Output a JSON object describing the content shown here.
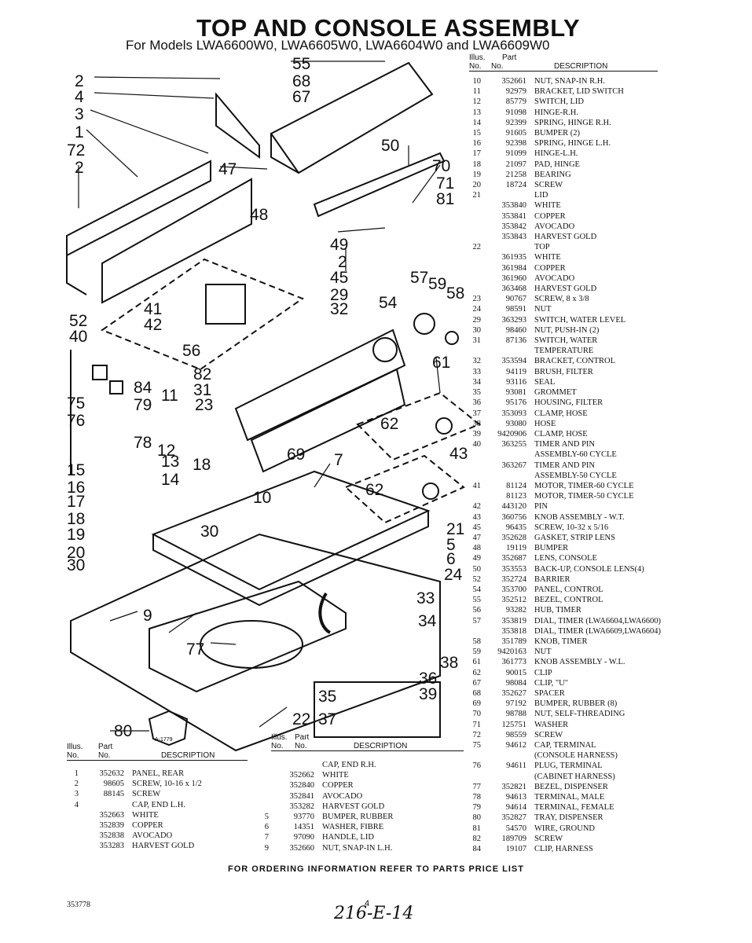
{
  "title": "TOP AND CONSOLE ASSEMBLY",
  "subtitle": "For Models LWA6600W0, LWA6605W0, LWA6604W0 and LWA6609W0",
  "table_header": {
    "illus": "Illus.",
    "no": "No.",
    "part": "Part",
    "part_no": "No.",
    "description": "DESCRIPTION"
  },
  "right_parts": [
    [
      "10",
      "352661",
      "NUT, SNAP-IN R.H."
    ],
    [
      "11",
      "92979",
      "BRACKET, LID SWITCH"
    ],
    [
      "12",
      "85779",
      "SWITCH, LID"
    ],
    [
      "13",
      "91098",
      "HINGE-R.H."
    ],
    [
      "14",
      "92399",
      "SPRING, HINGE R.H."
    ],
    [
      "15",
      "91605",
      "BUMPER (2)"
    ],
    [
      "16",
      "92398",
      "SPRING, HINGE L.H."
    ],
    [
      "17",
      "91099",
      "HINGE-L.H."
    ],
    [
      "18",
      "21097",
      "PAD, HINGE"
    ],
    [
      "19",
      "21258",
      "BEARING"
    ],
    [
      "20",
      "18724",
      "SCREW"
    ],
    [
      "21",
      "",
      "LID"
    ],
    [
      "",
      "353840",
      "WHITE"
    ],
    [
      "",
      "353841",
      "COPPER"
    ],
    [
      "",
      "353842",
      "AVOCADO"
    ],
    [
      "",
      "353843",
      "HARVEST GOLD"
    ],
    [
      "22",
      "",
      "TOP"
    ],
    [
      "",
      "361935",
      "WHITE"
    ],
    [
      "",
      "361984",
      "COPPER"
    ],
    [
      "",
      "361960",
      "AVOCADO"
    ],
    [
      "",
      "363468",
      "HARVEST GOLD"
    ],
    [
      "23",
      "90767",
      "SCREW, 8 x 3/8"
    ],
    [
      "24",
      "98591",
      "NUT"
    ],
    [
      "29",
      "363293",
      "SWITCH, WATER LEVEL"
    ],
    [
      "30",
      "98460",
      "NUT, PUSH-IN (2)"
    ],
    [
      "31",
      "87136",
      "SWITCH, WATER"
    ],
    [
      "",
      "",
      "TEMPERATURE"
    ],
    [
      "32",
      "353594",
      "BRACKET, CONTROL"
    ],
    [
      "33",
      "94119",
      "BRUSH, FILTER"
    ],
    [
      "34",
      "93116",
      "SEAL"
    ],
    [
      "35",
      "93081",
      "GROMMET"
    ],
    [
      "36",
      "95176",
      "HOUSING, FILTER"
    ],
    [
      "37",
      "353093",
      "CLAMP, HOSE"
    ],
    [
      "38",
      "93080",
      "HOSE"
    ],
    [
      "39",
      "9420906",
      "CLAMP, HOSE"
    ],
    [
      "40",
      "363255",
      "TIMER AND PIN"
    ],
    [
      "",
      "",
      "ASSEMBLY-60 CYCLE"
    ],
    [
      "",
      "363267",
      "TIMER AND PIN"
    ],
    [
      "",
      "",
      "ASSEMBLY-50 CYCLE"
    ],
    [
      "41",
      "81124",
      "MOTOR, TIMER-60 CYCLE"
    ],
    [
      "",
      "81123",
      "MOTOR, TIMER-50 CYCLE"
    ],
    [
      "42",
      "443120",
      "PIN"
    ],
    [
      "43",
      "360756",
      "KNOB ASSEMBLY - W.T."
    ],
    [
      "45",
      "96435",
      "SCREW, 10-32 x 5/16"
    ],
    [
      "47",
      "352628",
      "GASKET, STRIP LENS"
    ],
    [
      "48",
      "19119",
      "BUMPER"
    ],
    [
      "49",
      "352687",
      "LENS, CONSOLE"
    ],
    [
      "50",
      "353553",
      "BACK-UP, CONSOLE LENS(4)"
    ],
    [
      "52",
      "352724",
      "BARRIER"
    ],
    [
      "54",
      "353700",
      "PANEL, CONTROL"
    ],
    [
      "55",
      "352512",
      "BEZEL, CONTROL"
    ],
    [
      "56",
      "93282",
      "HUB, TIMER"
    ],
    [
      "57",
      "353819",
      "DIAL, TIMER (LWA6604,LWA6600)"
    ],
    [
      "",
      "353818",
      "DIAL, TIMER (LWA6609,LWA6604)"
    ],
    [
      "58",
      "351789",
      "KNOB, TIMER"
    ],
    [
      "59",
      "9420163",
      "NUT"
    ],
    [
      "61",
      "361773",
      "KNOB ASSEMBLY - W.L."
    ],
    [
      "62",
      "90015",
      "CLIP"
    ],
    [
      "67",
      "98084",
      "CLIP, \"U\""
    ],
    [
      "68",
      "352627",
      "SPACER"
    ],
    [
      "69",
      "97192",
      "BUMPER, RUBBER (8)"
    ],
    [
      "70",
      "98788",
      "NUT, SELF-THREADING"
    ],
    [
      "71",
      "125751",
      "WASHER"
    ],
    [
      "72",
      "98559",
      "SCREW"
    ],
    [
      "75",
      "94612",
      "CAP, TERMINAL"
    ],
    [
      "",
      "",
      "(CONSOLE HARNESS)"
    ],
    [
      "76",
      "94611",
      "PLUG, TERMINAL"
    ],
    [
      "",
      "",
      "(CABINET HARNESS)"
    ],
    [
      "77",
      "352821",
      "BEZEL, DISPENSER"
    ],
    [
      "78",
      "94613",
      "TERMINAL, MALE"
    ],
    [
      "79",
      "94614",
      "TERMINAL, FEMALE"
    ],
    [
      "80",
      "352827",
      "TRAY, DISPENSER"
    ],
    [
      "81",
      "54570",
      "WIRE, GROUND"
    ],
    [
      "82",
      "189709",
      "SCREW"
    ],
    [
      "84",
      "19107",
      "CLIP, HARNESS"
    ]
  ],
  "left_parts": [
    [
      "1",
      "352632",
      "PANEL, REAR"
    ],
    [
      "2",
      "98605",
      "SCREW, 10-16 x 1/2"
    ],
    [
      "3",
      "88145",
      "SCREW"
    ],
    [
      "4",
      "",
      "CAP, END L.H."
    ],
    [
      "",
      "352663",
      "WHITE"
    ],
    [
      "",
      "352839",
      "COPPER"
    ],
    [
      "",
      "352838",
      "AVOCADO"
    ],
    [
      "",
      "353283",
      "HARVEST GOLD"
    ]
  ],
  "mid_parts": [
    [
      "",
      "",
      "CAP, END R.H."
    ],
    [
      "",
      "352662",
      "WHITE"
    ],
    [
      "",
      "352840",
      "COPPER"
    ],
    [
      "",
      "352841",
      "AVOCADO"
    ],
    [
      "",
      "353282",
      "HARVEST GOLD"
    ],
    [
      "5",
      "93770",
      "BUMPER, RUBBER"
    ],
    [
      "6",
      "14351",
      "WASHER, FIBRE"
    ],
    [
      "7",
      "97090",
      "HANDLE, LID"
    ],
    [
      "9",
      "352660",
      "NUT, SNAP-IN L.H."
    ]
  ],
  "callouts": [
    "55",
    "68",
    "67",
    "2",
    "4",
    "3",
    "1",
    "72",
    "2",
    "50",
    "47",
    "70",
    "71",
    "81",
    "48",
    "49",
    "2",
    "45",
    "57",
    "59",
    "58",
    "29",
    "32",
    "54",
    "41",
    "42",
    "52",
    "40",
    "56",
    "82",
    "31",
    "61",
    "84",
    "79",
    "75",
    "76",
    "11",
    "23",
    "78",
    "12",
    "62",
    "69",
    "7",
    "43",
    "15",
    "13",
    "18",
    "16",
    "14",
    "10",
    "17",
    "18",
    "30",
    "21",
    "19",
    "20",
    "30",
    "5",
    "6",
    "24",
    "62",
    "9",
    "33",
    "34",
    "38",
    "77",
    "36",
    "35",
    "39",
    "80",
    "22",
    "37"
  ],
  "tag": "A-1779",
  "footer": "FOR ORDERING INFORMATION REFER TO PARTS PRICE LIST",
  "doc_number": "353778",
  "page_number": "4",
  "handwritten": "216-E-14"
}
